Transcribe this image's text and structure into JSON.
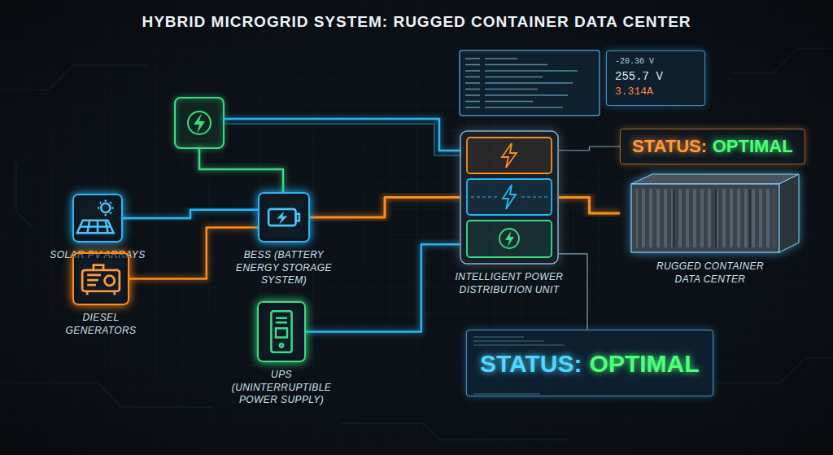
{
  "diagram": {
    "title": "HYBRID MICROGRID SYSTEM: RUGGED CONTAINER DATA CENTER",
    "nodes": [
      {
        "text": [
          "SOLAR PV ARRAYS"
        ]
      },
      {
        "text": [
          "DIESEL GENERATORS"
        ]
      },
      {
        "text": [
          "BESS (BATTERY ENERGY STORAGE SYSTEM)"
        ]
      },
      {
        "text": [
          "UPS (UNINTERRUPTIBLE POWER SUPPLY)"
        ]
      },
      {
        "text": [
          "-20.36 V",
          "255.7 V",
          "3.314A"
        ]
      },
      {
        "text": [
          "INTELLIGENT POWER DISTRIBUTION UNIT"
        ]
      },
      {
        "text": [
          "STATUS:",
          "OPTIMAL"
        ]
      },
      {
        "text": [
          "RUGGED CONTAINER DATA CENTER"
        ]
      },
      {
        "text": [
          "STATUS:",
          "OPTIMAL"
        ]
      }
    ],
    "edges": [
      {
        "from": 0,
        "to": 2,
        "arrow": "none"
      },
      {
        "from": 1,
        "to": 2,
        "arrow": "none"
      },
      {
        "from": 2,
        "to": 5,
        "arrow": "none"
      },
      {
        "from": 3,
        "to": 5,
        "arrow": "none"
      },
      {
        "from": 5,
        "to": 7,
        "arrow": "none"
      },
      {
        "from": 5,
        "to": 6,
        "arrow": "none"
      },
      {
        "from": 5,
        "to": 8,
        "arrow": "none"
      }
    ]
  }
}
